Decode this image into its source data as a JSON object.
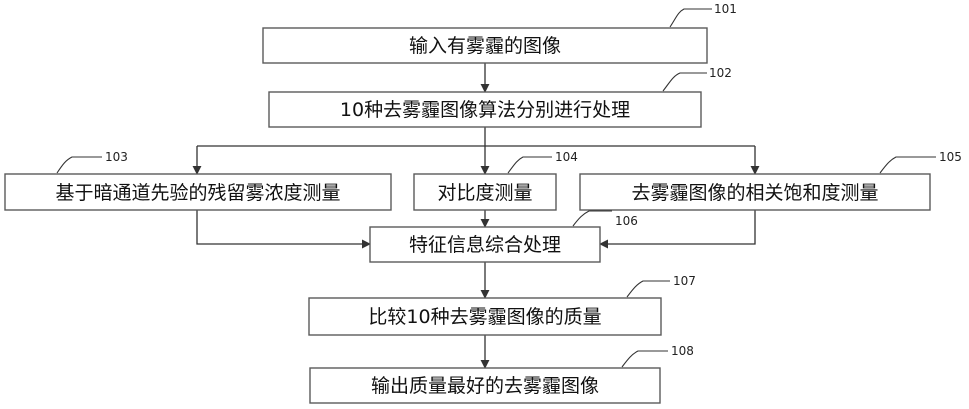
{
  "nodes": [
    {
      "id": "101",
      "ref": "101",
      "label": "输入有雾霾的图像"
    },
    {
      "id": "102",
      "ref": "102",
      "label": "10种去雾霾图像算法分别进行处理"
    },
    {
      "id": "103",
      "ref": "103",
      "label": "基于暗通道先验的残留雾浓度测量"
    },
    {
      "id": "104",
      "ref": "104",
      "label": "对比度测量"
    },
    {
      "id": "105",
      "ref": "105",
      "label": "去雾霾图像的相关饱和度测量"
    },
    {
      "id": "106",
      "ref": "106",
      "label": "特征信息综合处理"
    },
    {
      "id": "107",
      "ref": "107",
      "label": "比较10种去雾霾图像的质量"
    },
    {
      "id": "108",
      "ref": "108",
      "label": "输出质量最好的去雾霾图像"
    }
  ],
  "edges": [
    {
      "from": "101",
      "to": "102"
    },
    {
      "from": "102",
      "to": "103"
    },
    {
      "from": "102",
      "to": "104"
    },
    {
      "from": "102",
      "to": "105"
    },
    {
      "from": "103",
      "to": "106"
    },
    {
      "from": "104",
      "to": "106"
    },
    {
      "from": "105",
      "to": "106"
    },
    {
      "from": "106",
      "to": "107"
    },
    {
      "from": "107",
      "to": "108"
    }
  ]
}
